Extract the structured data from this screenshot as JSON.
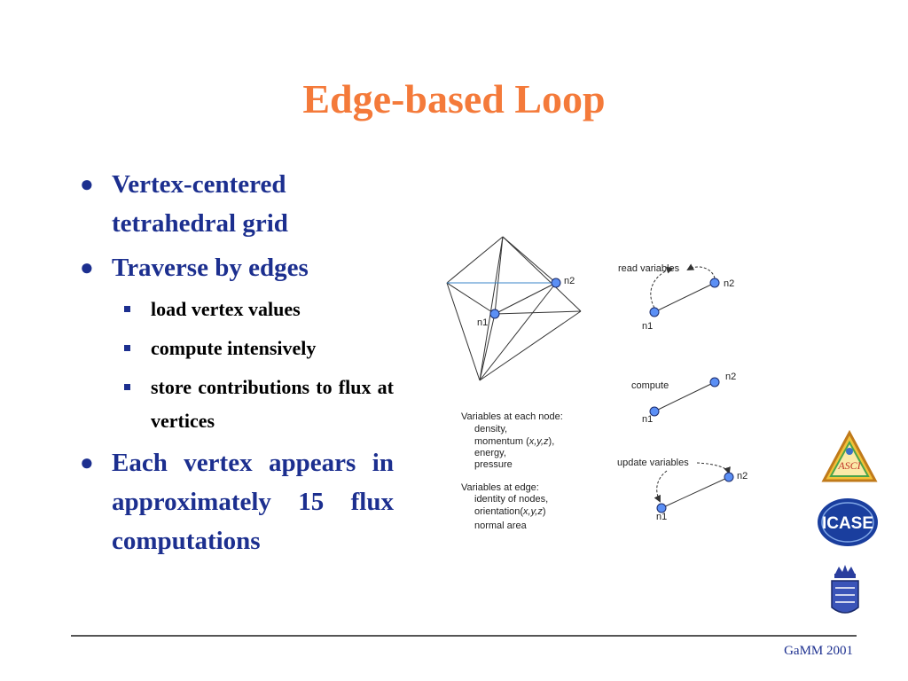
{
  "title": "Edge-based Loop",
  "bullets": {
    "b1": "Vertex-centered tetrahedral grid",
    "b2": "Traverse by edges",
    "sub": [
      "load vertex values",
      "compute intensively",
      "store contributions to flux at vertices"
    ],
    "b3": "Each vertex appears in approximately 15 flux computations"
  },
  "diagram": {
    "tet_labels": {
      "n1": "n1",
      "n2": "n2"
    },
    "read_label": "read variables",
    "compute_label": "compute",
    "update_label": "update variables",
    "node_labels": {
      "n1": "n1",
      "n2": "n2"
    },
    "node_vars": {
      "heading": "Variables at each node:",
      "density": "density,",
      "momentum_pre": "momentum (",
      "momentum_vars": "x,y,z",
      "momentum_post": "),",
      "energy": "energy,",
      "pressure": "pressure"
    },
    "edge_vars": {
      "heading": "Variables at edge:",
      "identity": "identity of nodes,",
      "orient_pre": "orientation(",
      "orient_vars": "x,y,z",
      "orient_post": ")",
      "area": "normal area"
    }
  },
  "logos": {
    "asci": "ASCI",
    "icase": "ICASE"
  },
  "footer": "GaMM 2001",
  "colors": {
    "title": "#f47a3a",
    "bullet": "#1c2f8f",
    "node": "#5b8ff5"
  }
}
